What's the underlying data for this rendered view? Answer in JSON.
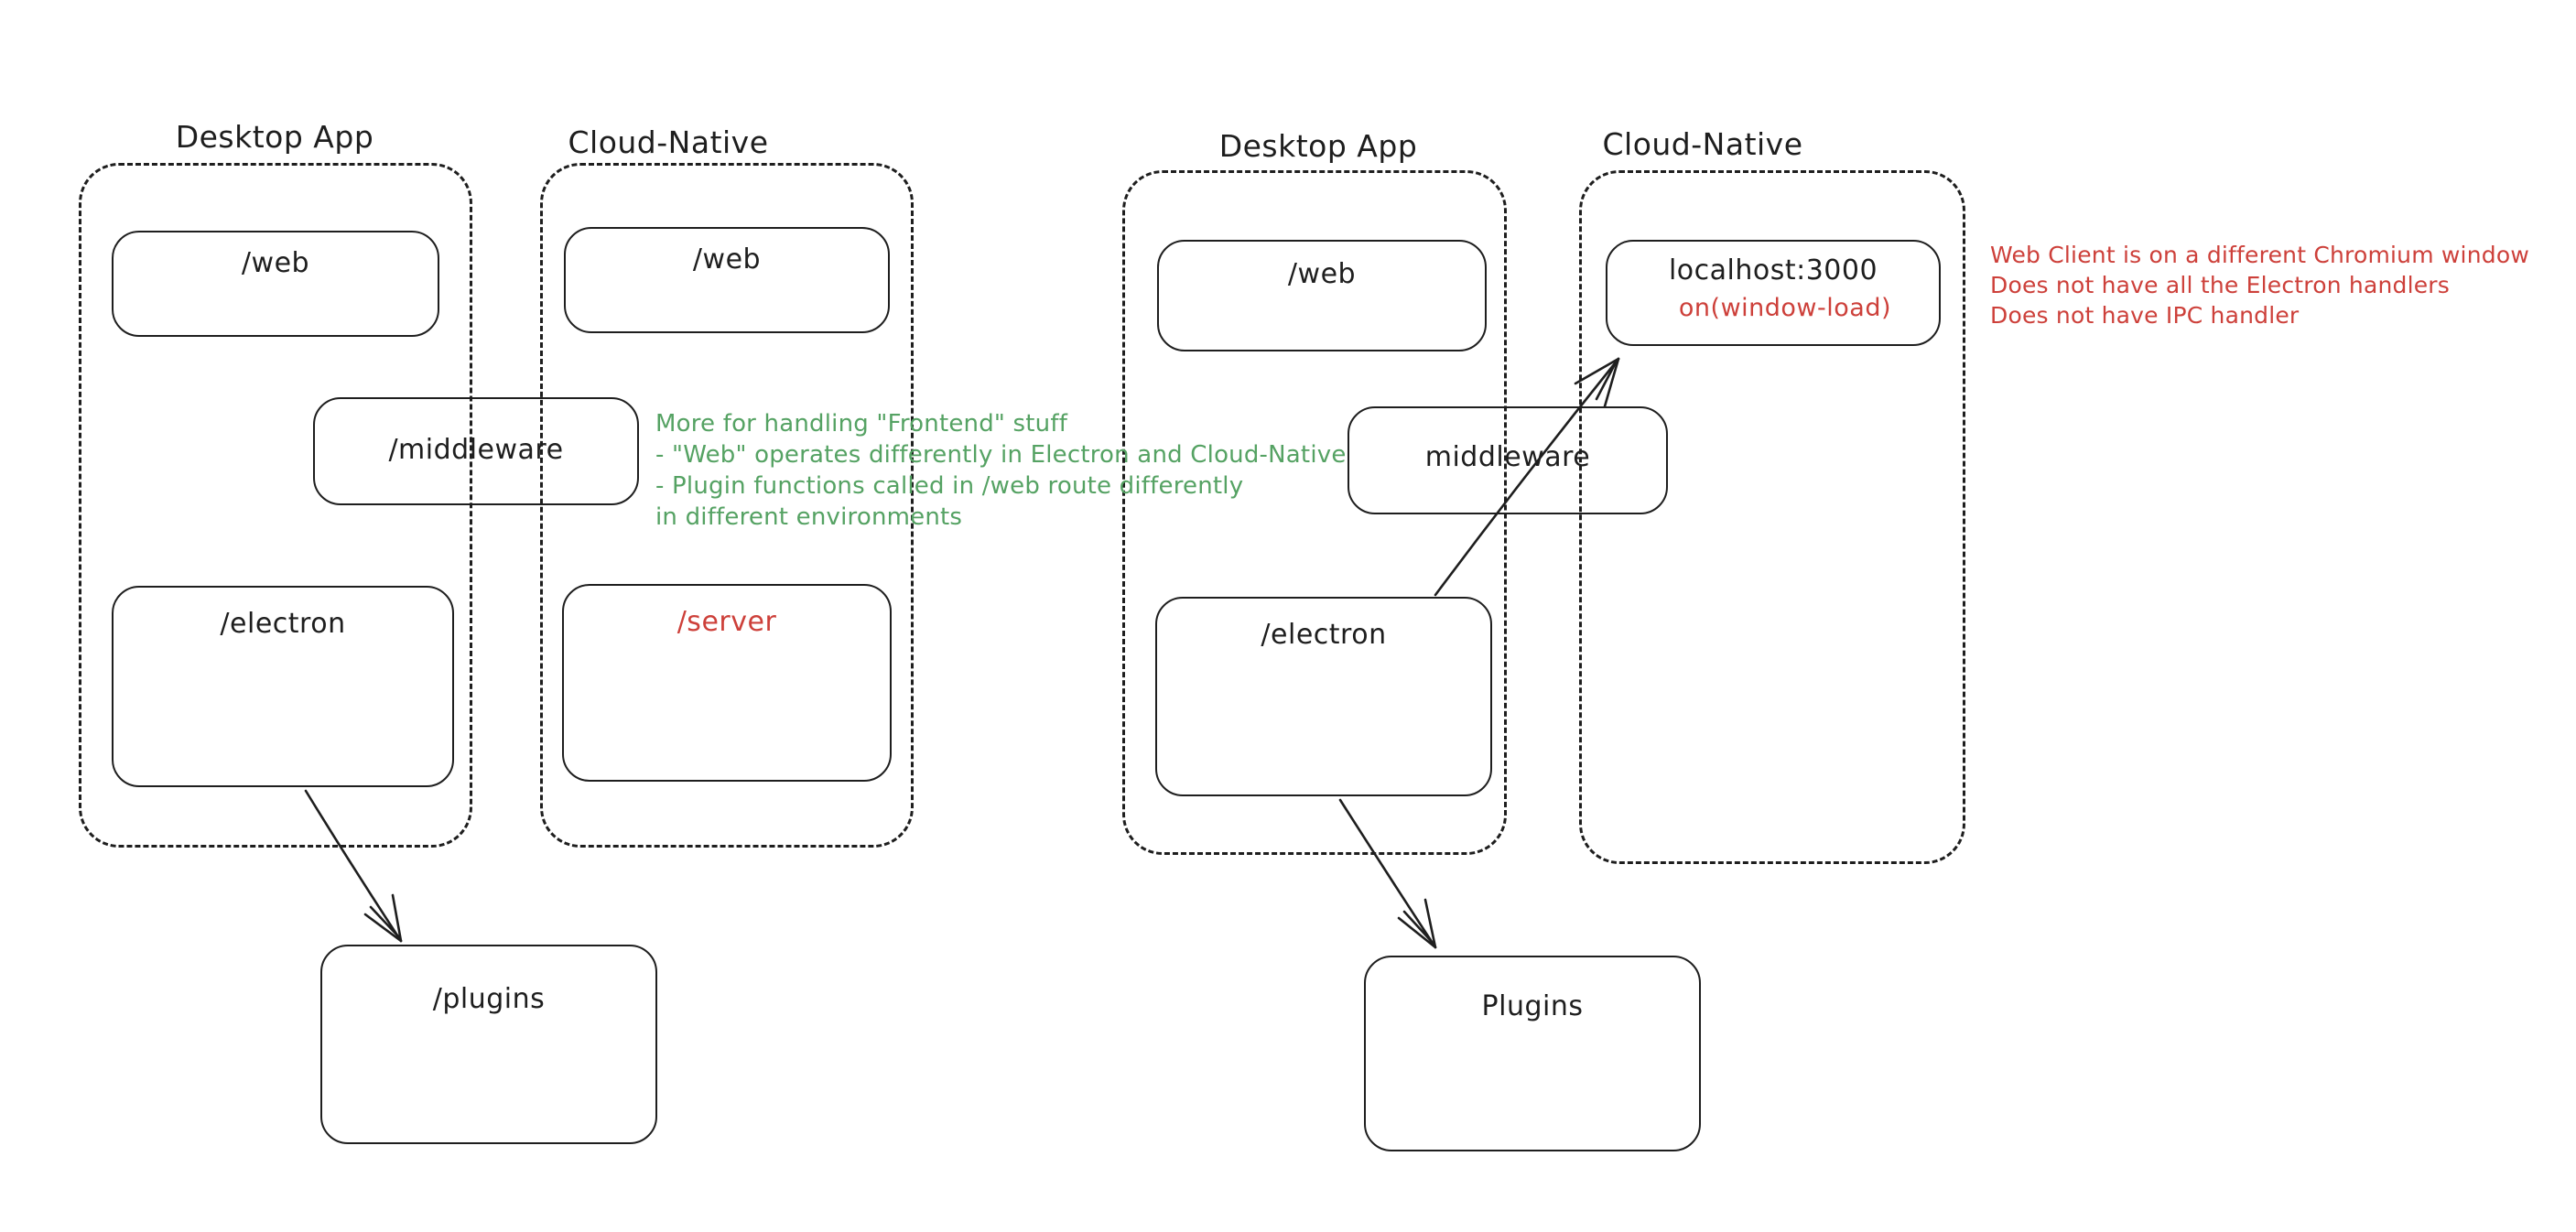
{
  "colors": {
    "ink": "#1e1e1e",
    "red": "#cd403a",
    "green": "#55a263"
  },
  "left": {
    "desktop_section": "Desktop App",
    "cloud_section": "Cloud-Native",
    "web_desktop": "/web",
    "web_cloud": "/web",
    "middleware": "/middleware",
    "electron": "/electron",
    "server": "/server",
    "plugins": "/plugins",
    "green_note": {
      "line1": "More for handling \"Frontend\" stuff",
      "line2": "- \"Web\" operates differently in Electron and Cloud-Native",
      "line3": "- Plugin functions called in /web route differently",
      "line4": "in different environments"
    }
  },
  "right": {
    "desktop_section": "Desktop App",
    "cloud_section": "Cloud-Native",
    "web": "/web",
    "localhost": "localhost:3000",
    "window_load": "on(window-load)",
    "middleware": "middleware",
    "electron": "/electron",
    "plugins": "Plugins",
    "red_note": {
      "line1": "Web Client is on a different Chromium window",
      "line2": "Does not have all the Electron handlers",
      "line3": "Does not have IPC handler"
    }
  }
}
